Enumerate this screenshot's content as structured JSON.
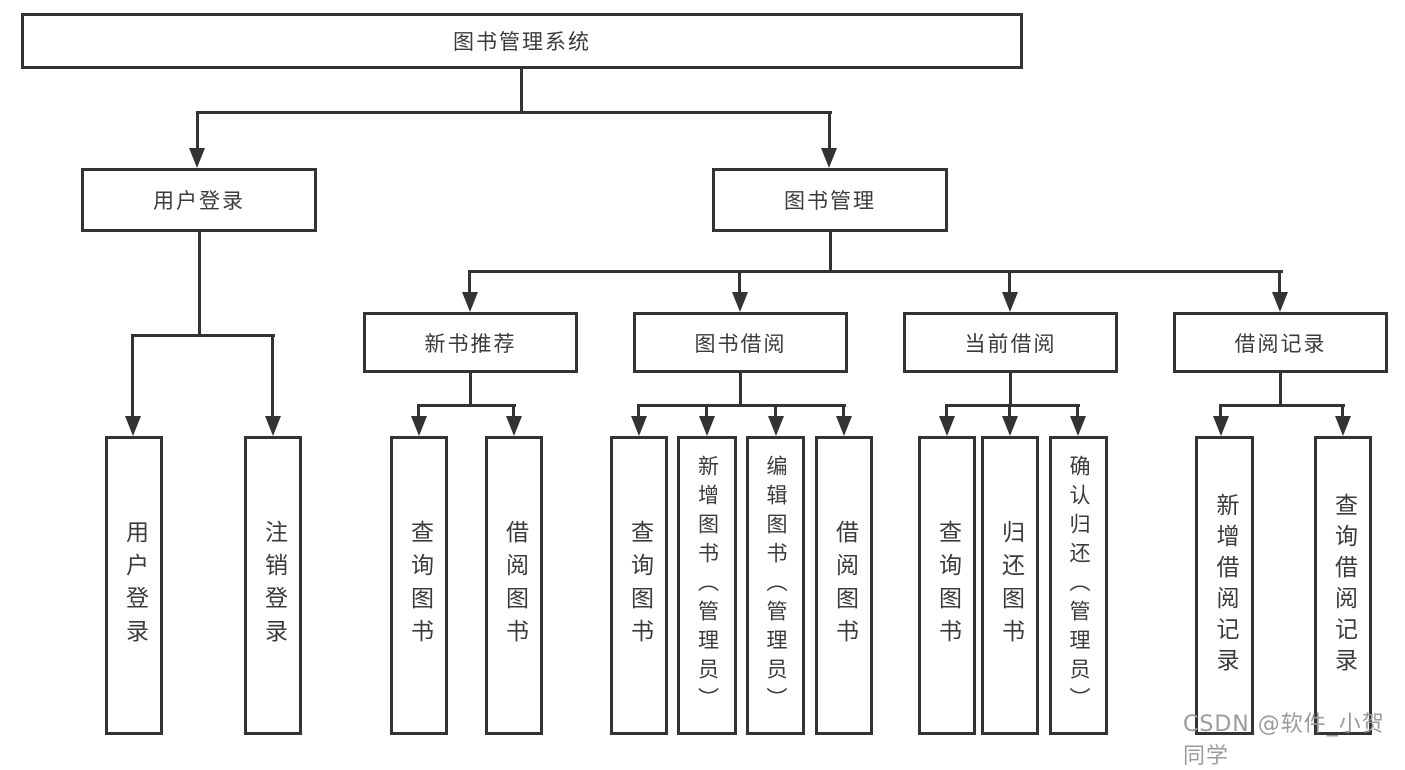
{
  "diagram": {
    "type": "tree",
    "root": {
      "label": "图书管理系统"
    },
    "level2": {
      "user_login": {
        "label": "用户登录"
      },
      "book_mgmt": {
        "label": "图书管理"
      }
    },
    "level3": {
      "new_books": {
        "label": "新书推荐"
      },
      "borrowing": {
        "label": "图书借阅"
      },
      "current": {
        "label": "当前借阅"
      },
      "records": {
        "label": "借阅记录"
      }
    },
    "leaves": {
      "user_login": [
        "用户登录",
        "注销登录"
      ],
      "new_books": [
        "查询图书",
        "借阅图书"
      ],
      "borrowing": [
        "查询图书",
        "新增图书（管理员）",
        "编辑图书（管理员）",
        "借阅图书"
      ],
      "current": [
        "查询图书",
        "归还图书",
        "确认归还（管理员）"
      ],
      "records": [
        "新增借阅记录",
        "查询借阅记录"
      ]
    }
  },
  "watermark": "CSDN @软件_小贺同学",
  "colors": {
    "line": "#333333",
    "text": "#3b3b3b",
    "watermark": "#9b9b9b",
    "background": "#ffffff"
  }
}
